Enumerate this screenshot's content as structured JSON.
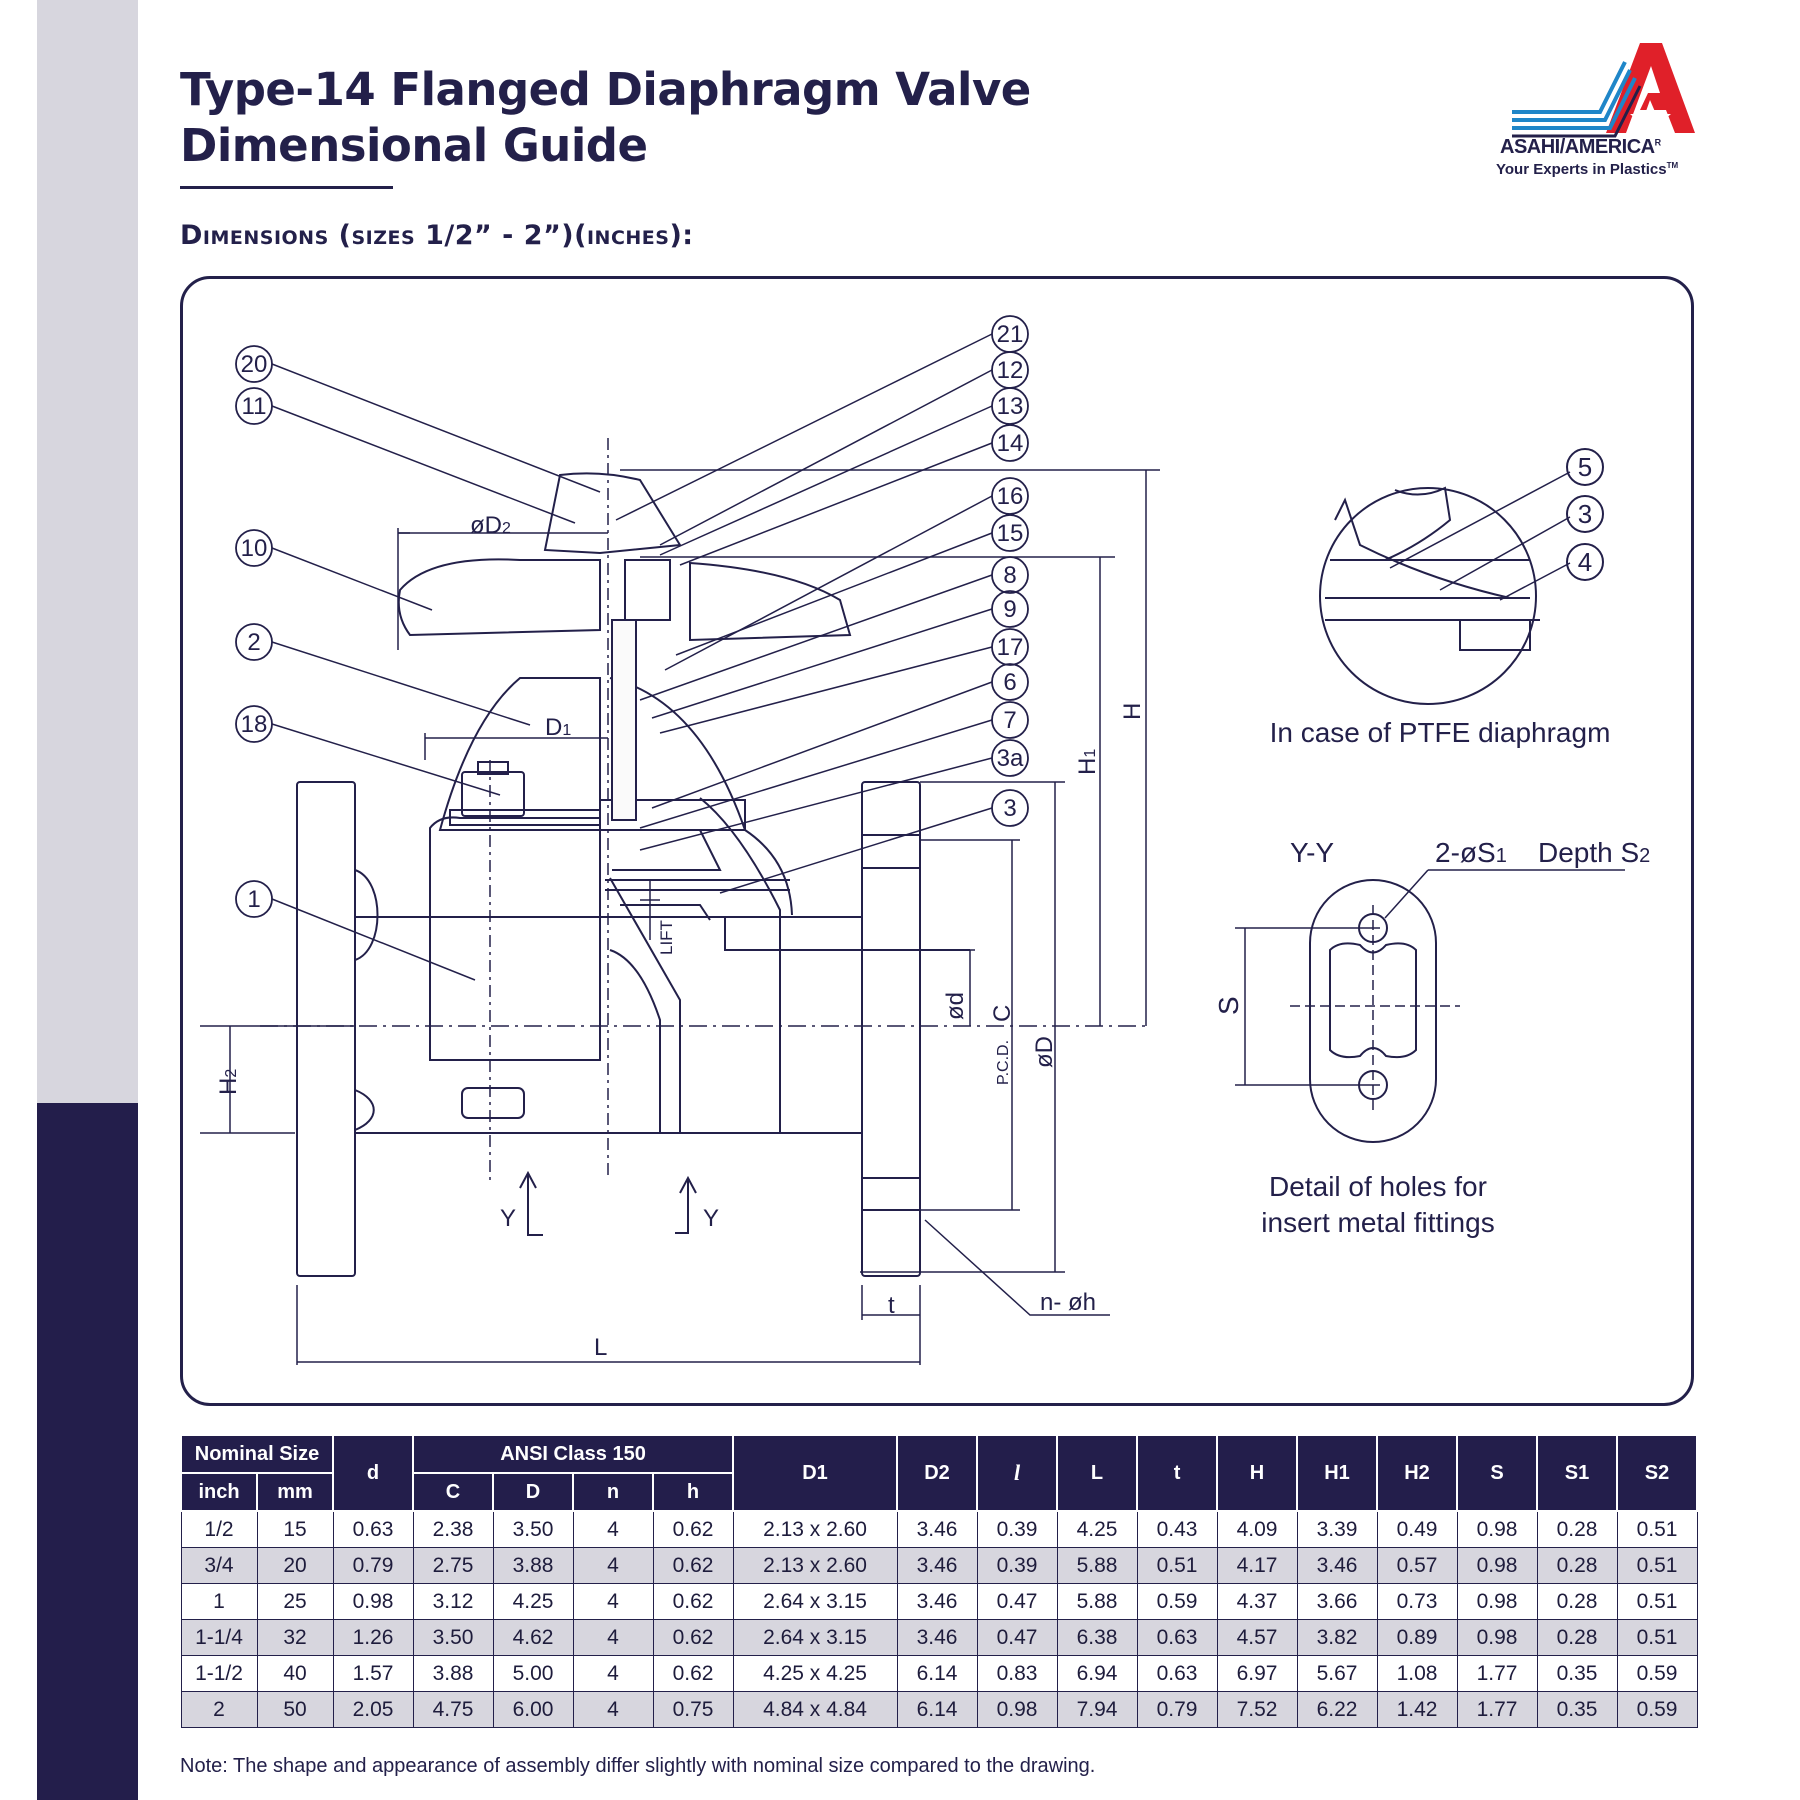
{
  "title": {
    "line1": "Type-14 Flanged Diaphragm Valve",
    "line2": "Dimensional Guide"
  },
  "subtitle": "Dimensions (sizes 1/2” - 2”)(inches):",
  "logo": {
    "name": "ASAHI/AMERICA",
    "registered": "R",
    "tagline": "Your Experts in Plastics",
    "tm": "TM",
    "colors": {
      "red": "#e02029",
      "blue": "#1f86c8",
      "navy": "#23204a"
    }
  },
  "drawing": {
    "part_labels": [
      "20",
      "11",
      "10",
      "2",
      "18",
      "1",
      "21",
      "12",
      "13",
      "14",
      "16",
      "15",
      "8",
      "9",
      "17",
      "6",
      "7",
      "3a",
      "3"
    ],
    "detail_labels": [
      "5",
      "3",
      "4"
    ],
    "dims": {
      "d2": "øD",
      "d2_sub": "2",
      "d1": "D",
      "d1_sub": "1",
      "lift": "LIFT",
      "od": "ød",
      "c": "C",
      "pcd": "P.C.D.",
      "bigd": "øD",
      "h": "H",
      "h1": "H",
      "h1_sub": "1",
      "h2": "H",
      "h2_sub": "2",
      "l": "L",
      "t": "t",
      "nh": "n- øh",
      "y": "Y",
      "s": "S"
    },
    "ptfe_caption": "In case of PTFE diaphragm",
    "yy_label": "Y-Y",
    "s1_label": "2-øS",
    "s1_sub": "1",
    "depth_label": "Depth S",
    "depth_sub": "2",
    "holes_caption_1": "Detail of holes for",
    "holes_caption_2": "insert metal fittings"
  },
  "table": {
    "header_top": {
      "nominal": "Nominal Size",
      "d": "d",
      "ansi": "ANSI Class 150",
      "d1": "D1",
      "d2": "D2",
      "l_italic": "l",
      "l": "L",
      "t": "t",
      "h": "H",
      "h1": "H1",
      "h2": "H2",
      "s": "S",
      "s1": "S1",
      "s2": "S2"
    },
    "header_sub": {
      "inch": "inch",
      "mm": "mm",
      "c": "C",
      "bigd": "D",
      "n": "n",
      "h": "h"
    },
    "rows": [
      [
        "1/2",
        "15",
        "0.63",
        "2.38",
        "3.50",
        "4",
        "0.62",
        "2.13 x 2.60",
        "3.46",
        "0.39",
        "4.25",
        "0.43",
        "4.09",
        "3.39",
        "0.49",
        "0.98",
        "0.28",
        "0.51"
      ],
      [
        "3/4",
        "20",
        "0.79",
        "2.75",
        "3.88",
        "4",
        "0.62",
        "2.13 x 2.60",
        "3.46",
        "0.39",
        "5.88",
        "0.51",
        "4.17",
        "3.46",
        "0.57",
        "0.98",
        "0.28",
        "0.51"
      ],
      [
        "1",
        "25",
        "0.98",
        "3.12",
        "4.25",
        "4",
        "0.62",
        "2.64 x 3.15",
        "3.46",
        "0.47",
        "5.88",
        "0.59",
        "4.37",
        "3.66",
        "0.73",
        "0.98",
        "0.28",
        "0.51"
      ],
      [
        "1-1/4",
        "32",
        "1.26",
        "3.50",
        "4.62",
        "4",
        "0.62",
        "2.64 x 3.15",
        "3.46",
        "0.47",
        "6.38",
        "0.63",
        "4.57",
        "3.82",
        "0.89",
        "0.98",
        "0.28",
        "0.51"
      ],
      [
        "1-1/2",
        "40",
        "1.57",
        "3.88",
        "5.00",
        "4",
        "0.62",
        "4.25 x 4.25",
        "6.14",
        "0.83",
        "6.94",
        "0.63",
        "6.97",
        "5.67",
        "1.08",
        "1.77",
        "0.35",
        "0.59"
      ],
      [
        "2",
        "50",
        "2.05",
        "4.75",
        "6.00",
        "4",
        "0.75",
        "4.84 x 4.84",
        "6.14",
        "0.98",
        "7.94",
        "0.79",
        "7.52",
        "6.22",
        "1.42",
        "1.77",
        "0.35",
        "0.59"
      ]
    ]
  },
  "note": "Note: The shape and appearance of assembly differ slightly with nominal size compared to the drawing."
}
